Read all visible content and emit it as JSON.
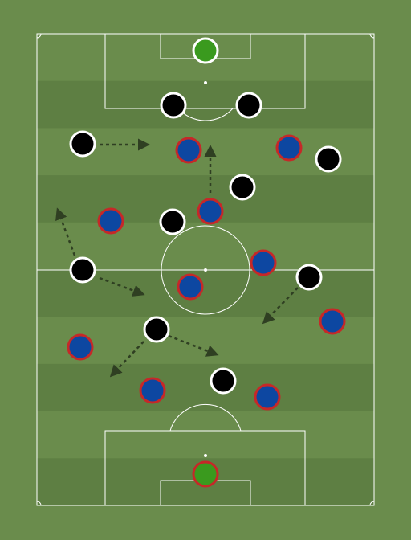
{
  "colors": {
    "background": "#6a8c4c",
    "stripe_light": "#6a8c4c",
    "stripe_dark": "#5e7f43",
    "lines": "#ffffff",
    "team_a_fill": "#000000",
    "team_a_border": "#ffffff",
    "team_b_fill": "#0d47a1",
    "team_b_border": "#c62828",
    "keeper_fill": "#3a9a1e",
    "arrow": "#2f3f22"
  },
  "team_a": {
    "keeper": {
      "icon": "goalkeeper-icon"
    },
    "players": 10
  },
  "team_b": {
    "keeper": {
      "icon": "goalkeeper-icon"
    },
    "players": 10
  },
  "movement_arrows": 7
}
